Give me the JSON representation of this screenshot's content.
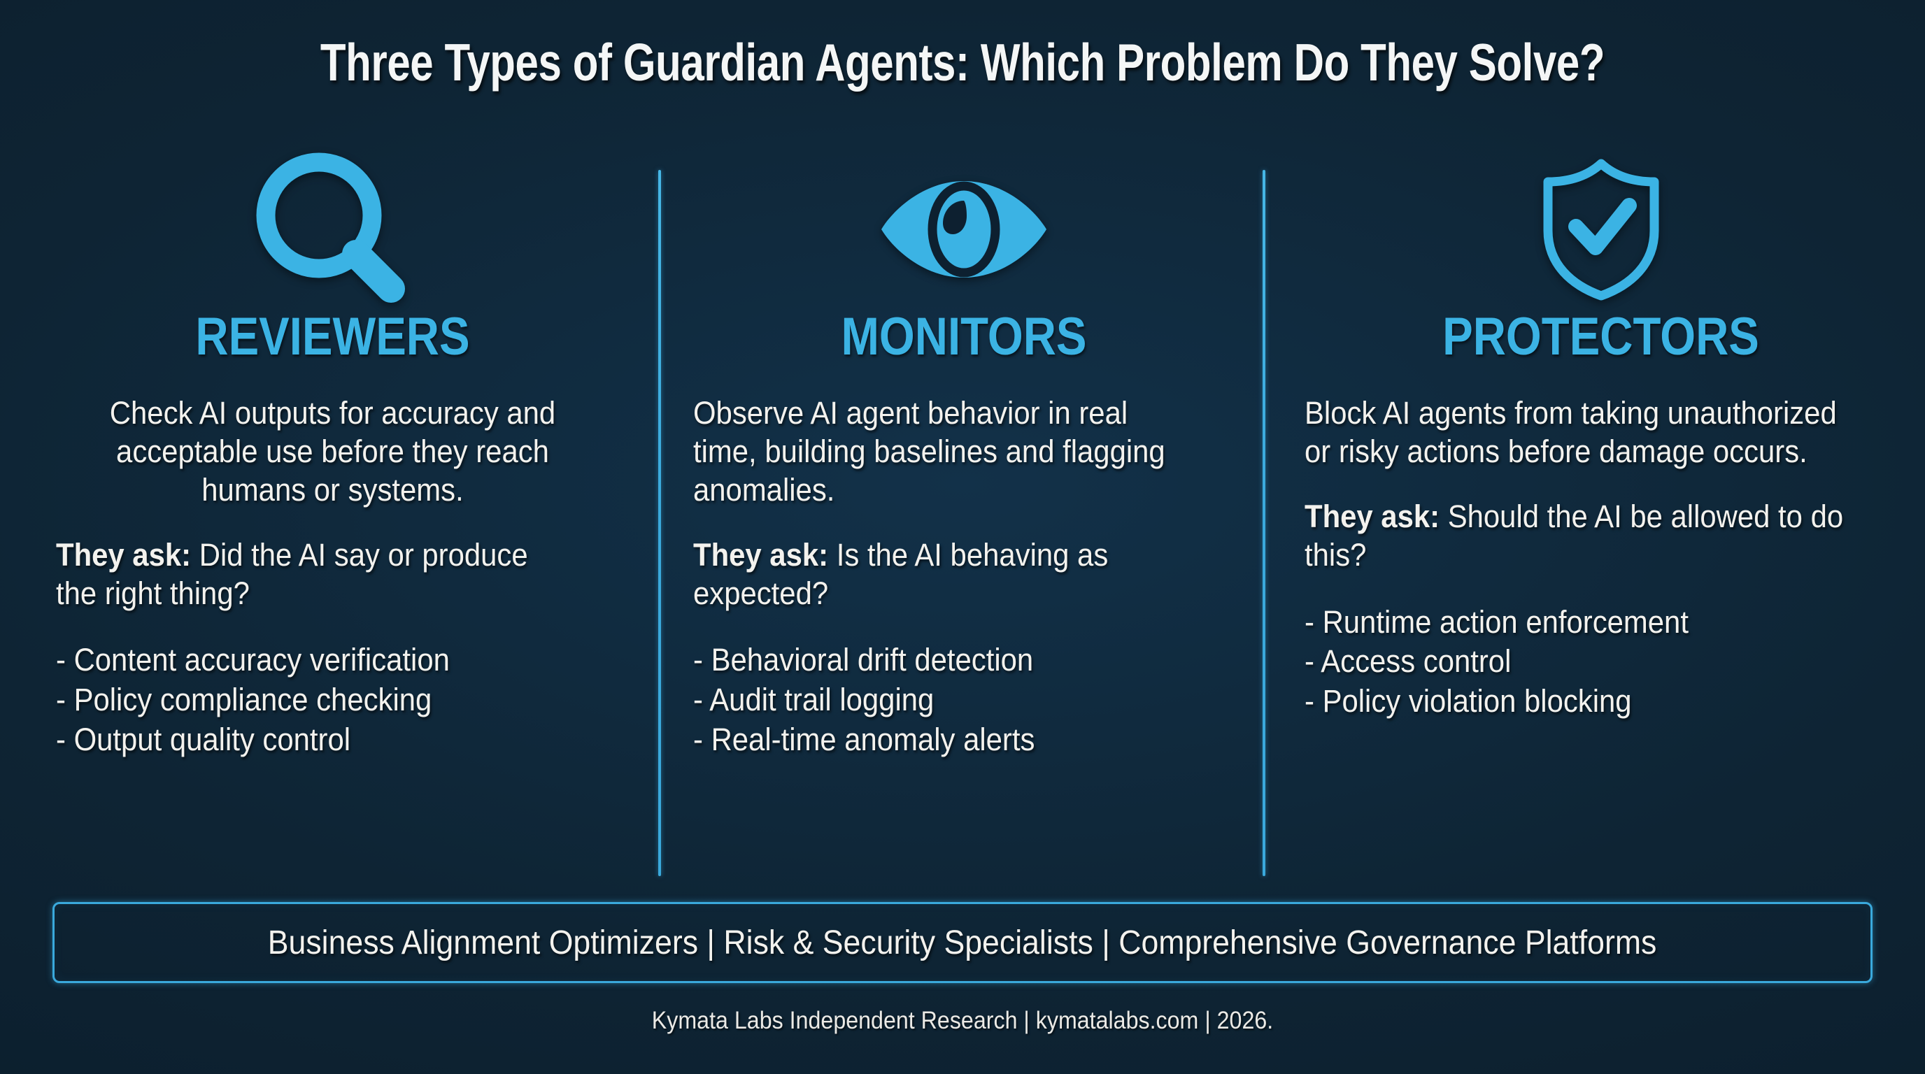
{
  "title": "Three Types of Guardian Agents: Which Problem Do They Solve?",
  "colors": {
    "background": "#0d2030",
    "accent": "#3aa9dc",
    "heading": "#3bb3e4",
    "text": "#f3f2ee"
  },
  "columns": [
    {
      "icon": "magnifier-icon",
      "heading": "REVIEWERS",
      "description": "Check AI outputs for accuracy and acceptable use before they reach humans or systems.",
      "ask_label": "They ask:",
      "ask_question": "Did the AI say or produce the right thing?",
      "bullets": [
        "- Content accuracy verification",
        "- Policy compliance checking",
        "- Output quality control"
      ]
    },
    {
      "icon": "eye-icon",
      "heading": "MONITORS",
      "description": "Observe AI agent behavior in real time, building baselines and flagging anomalies.",
      "ask_label": "They ask:",
      "ask_question": "Is the AI behaving as expected?",
      "bullets": [
        "- Behavioral drift detection",
        "- Audit trail logging",
        "- Real-time anomaly alerts"
      ]
    },
    {
      "icon": "shield-check-icon",
      "heading": "PROTECTORS",
      "description": " Block AI agents from taking unauthorized or risky actions before damage occurs.",
      "ask_label": "They ask:",
      "ask_question": "Should the AI be allowed to do this?",
      "bullets": [
        "- Runtime action enforcement",
        "- Access control",
        "- Policy violation blocking"
      ]
    }
  ],
  "banner": "Business Alignment Optimizers | Risk & Security Specialists | Comprehensive Governance Platforms",
  "footer": "Kymata Labs Independent Research | kymatalabs.com | 2026."
}
